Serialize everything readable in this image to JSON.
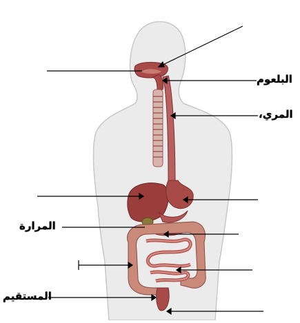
{
  "labels": {
    "pharynx": "البلعوم",
    "esophagus": "المري،",
    "gallbladder": "المرارة",
    "rectum": "المستقيم"
  },
  "colors": {
    "body_fill": "#ebebeb",
    "body_stroke": "#c8c8c8",
    "organ_fill": "#a84a48",
    "organ_dark": "#7d2f2e",
    "organ_light": "#c97a72",
    "colon_fill": "#c98a7a",
    "line": "#000000"
  }
}
